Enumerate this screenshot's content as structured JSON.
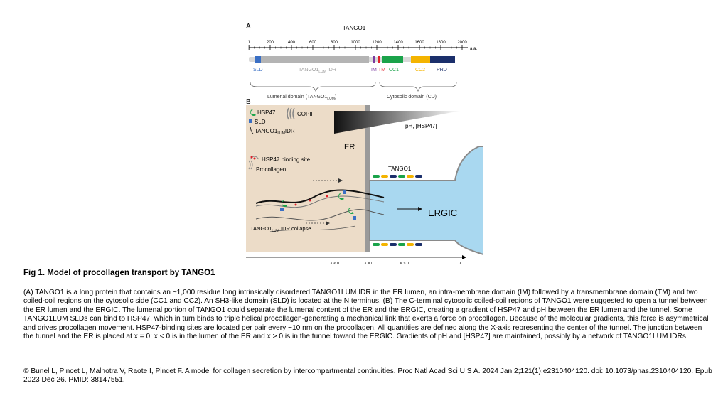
{
  "figure": {
    "panel_a": {
      "label": "A",
      "title": "TANGO1",
      "unit": "a.a.",
      "ticks": [
        "1",
        "200",
        "400",
        "600",
        "800",
        "1000",
        "1200",
        "1400",
        "1600",
        "1800",
        "2000"
      ],
      "domains": {
        "sld": "SLD",
        "idr_prefix": "TANGO1",
        "idr_sub": "LUM",
        "idr_suffix": " IDR",
        "im": "IM",
        "tm": "TM",
        "cc1": "CC1",
        "cc2": "CC2",
        "prd": "PRD"
      },
      "braces": {
        "lumenal_prefix": "Lumenal domain (TANGO1",
        "lumenal_sub": "LUM",
        "lumenal_suffix": ")",
        "cytosolic": "Cytosolic domain (CD)"
      },
      "colors": {
        "sld": "#3a6fc4",
        "idr": "#b4b4b4",
        "im": "#7a3aa0",
        "tm": "#e0202a",
        "cc1": "#1aa34a",
        "cc2": "#f4b400",
        "prd": "#1b2f6b"
      }
    },
    "panel_b": {
      "label": "B",
      "legend": {
        "hsp47": "HSP47",
        "sld": "SLD",
        "idr_prefix": "TANGO1",
        "idr_sub": "LUM",
        "idr_suffix": "IDR",
        "copii": "COPII",
        "binding_site": "HSP47 binding site",
        "procollagen": "Procollagen"
      },
      "labels": {
        "gradient": "pH, [HSP47]",
        "er": "ER",
        "tango1": "TANGO1",
        "ergic": "ERGIC",
        "collapse_prefix": "TANGO1",
        "collapse_sub": "LUM",
        "collapse_suffix": " IDR collapse"
      },
      "axis": {
        "neg": "X < 0",
        "zero": "X = 0",
        "pos": "X > 0",
        "x": "X"
      }
    }
  },
  "caption": {
    "title": "Fig 1. Model of procollagen transport by TANGO1",
    "body": "(A) TANGO1 is a long protein that contains an ~1,000 residue long intrinsically disordered TANGO1LUM IDR in the ER lumen, an intra-membrane domain (IM) followed by a transmembrane domain (TM) and two coiled-coil regions on the cytosolic side (CC1 and CC2). An SH3-like domain (SLD) is located at the N terminus. (B) The C-terminal cytosolic coiled-coil regions of TANGO1 were suggested to open a tunnel between the ER lumen and the ERGIC. The lumenal portion of TANGO1 could separate the lumenal content of the ER and the ERGIC, creating a gradient of HSP47 and pH between the ER lumen and the tunnel. Some TANGO1LUM SLDs can bind to HSP47, which in turn binds to triple helical procollagen-generating a mechanical link that exerts a force on procollagen. Because of the molecular gradients, this force is asymmetrical and drives procollagen movement. HSP47-binding sites are located per pair every ~10 nm on the procollagen. All quantities are defined along the X-axis representing the center of the tunnel. The junction between the tunnel and the ER is placed at x = 0; x < 0 is in the lumen of the ER and x > 0 is in the tunnel toward the ERGIC. Gradients of pH and [HSP47] are maintained, possibly by a network of TANGO1LUM IDRs.",
    "citation": "© Bunel L, Pincet L, Malhotra V, Raote I, Pincet F. A model for collagen secretion by intercompartmental continuities. Proc Natl Acad Sci U S A. 2024 Jan 2;121(1):e2310404120. doi: 10.1073/pnas.2310404120. Epub 2023 Dec 26. PMID: 38147551."
  }
}
